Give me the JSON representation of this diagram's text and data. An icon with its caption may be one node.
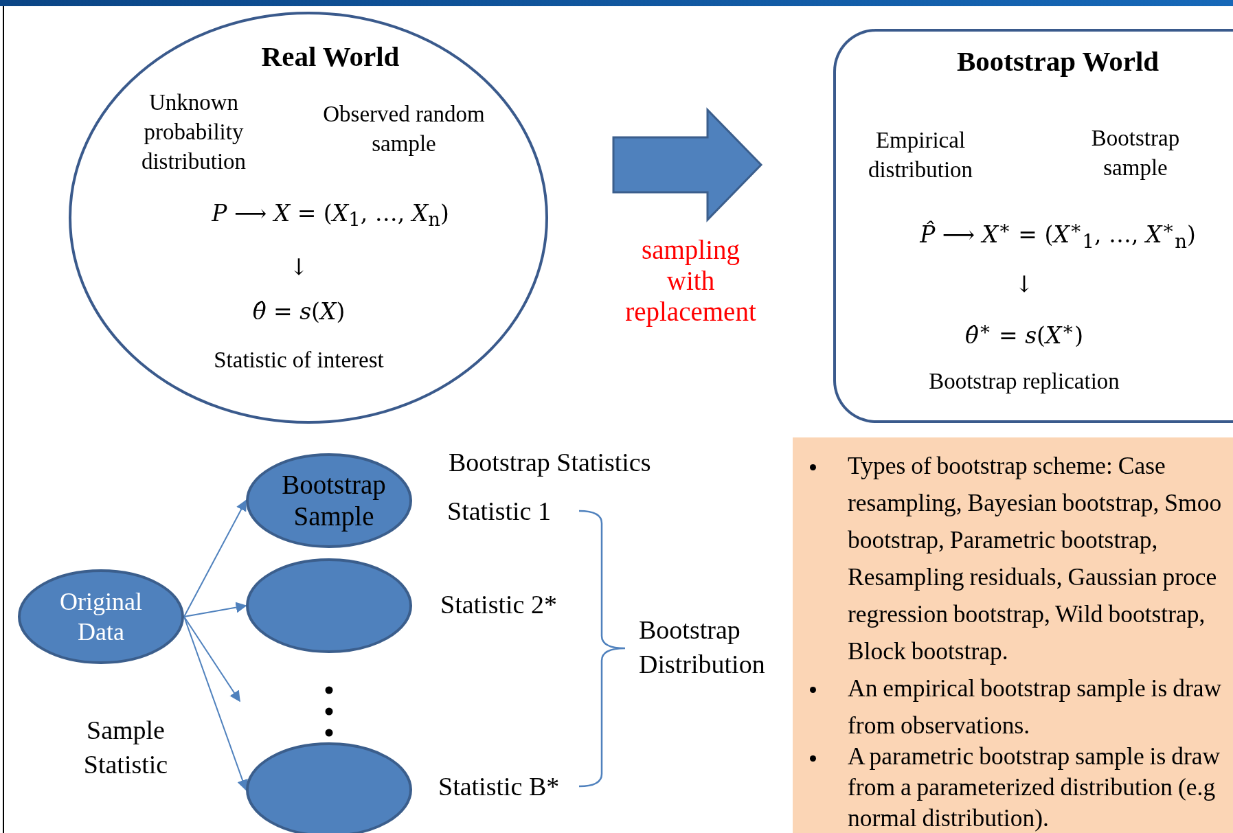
{
  "diagram": {
    "nodes": [
      {
        "text": [
          "Real World",
          "Unknown probability distribution",
          "Observed random sample",
          "*P* ⟶ *X* = (*X*$_{1}$, …, *X*$_{n}$)",
          "↓",
          "*θ̂* = *s*(*X*)",
          "Statistic of interest"
        ]
      },
      {
        "text": [
          "Bootstrap World",
          "Empirical distribution",
          "Bootstrap sample",
          "*P̂* ⟶ *X*$^{∗}$ = (*X*$^{∗}$$_{1}$, …, *X*$^{∗}$$_{n}$)",
          "↓",
          "*θ̂*$^{∗}$ = *s*(*X*$^{∗}$)",
          "Bootstrap replication"
        ]
      },
      {
        "text": [
          "Original Data"
        ]
      },
      {
        "text": [
          "Bootstrap Sample"
        ]
      },
      {
        "text": [],
        "shape": "ellipse"
      },
      {
        "text": [],
        "shape": "ellipse"
      },
      {
        "text": [
          "Types of bootstrap scheme: Case resampling, Bayesian bootstrap, Smoo bootstrap, Parametric bootstrap, Resampling residuals, Gaussian proce regression bootstrap, Wild bootstrap, Block bootstrap.",
          "An empirical bootstrap sample is draw from observations.",
          "A parametric bootstrap sample is draw from a parameterized distribution (e.g normal distribution)."
        ]
      }
    ],
    "edges": [
      {
        "from": 0,
        "to": 1,
        "arrow": "to",
        "label": "sampling with replacement",
        "style": "thick"
      },
      {
        "from": 2,
        "to": 3,
        "arrow": "to"
      },
      {
        "from": 2,
        "to": 4,
        "arrow": "to"
      },
      {
        "from": 2,
        "to": null,
        "arrow": "to"
      },
      {
        "from": 2,
        "to": 5,
        "arrow": "to"
      }
    ],
    "labels": [
      "Bootstrap Statistics",
      "Statistic 1",
      "Statistic 2*",
      "Bootstrap Distribution",
      "Sample Statistic",
      "Statistic B*"
    ]
  }
}
